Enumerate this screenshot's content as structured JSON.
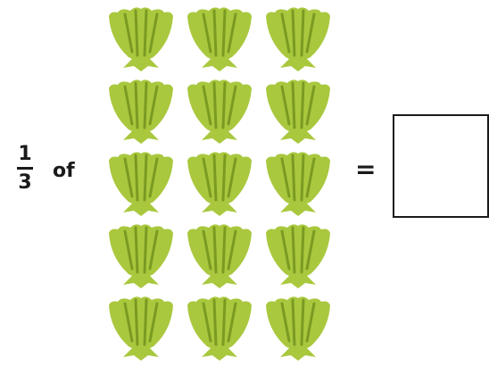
{
  "problem": {
    "numerator": "1",
    "denominator": "3",
    "of_word": "of",
    "equals": "=",
    "answer_value": ""
  },
  "shells": {
    "rows": 5,
    "cols": 3,
    "color": "#a9c83e",
    "stripe_color": "#7a9a22",
    "icon": "shell-icon"
  }
}
